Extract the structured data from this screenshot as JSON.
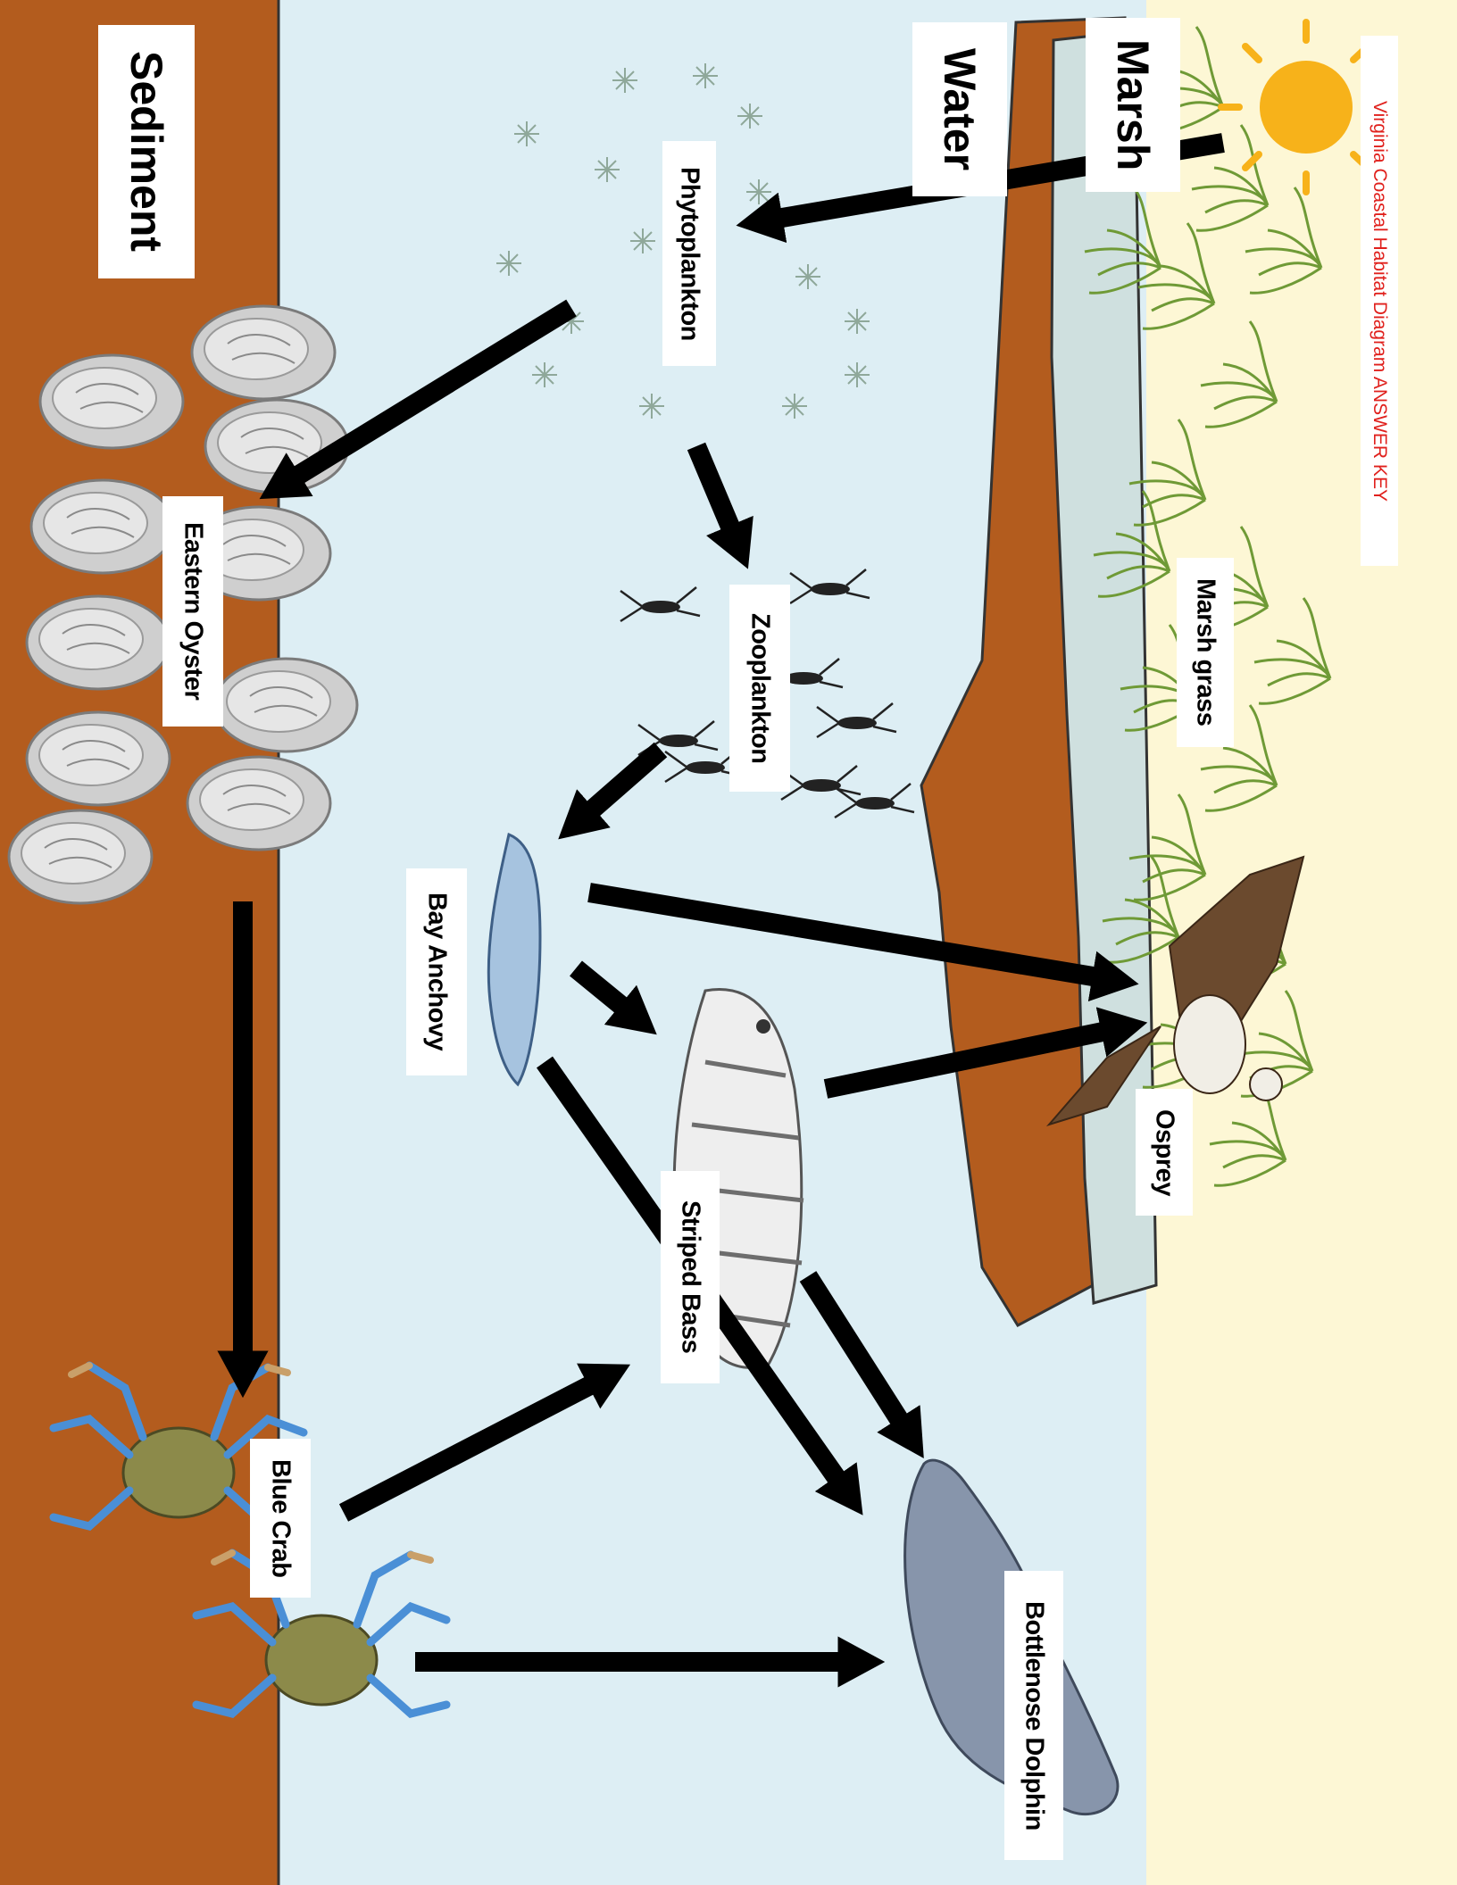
{
  "title": "Virginia Coastal Habitat Diagram ANSWER KEY",
  "zones": {
    "sediment": "Sediment",
    "water": "Water",
    "marsh": "Marsh"
  },
  "organisms": {
    "phytoplankton": "Phytoplankton",
    "zooplankton": "Zooplankton",
    "eastern_oyster": "Eastern Oyster",
    "marsh_grass": "Marsh grass",
    "bay_anchovy": "Bay Anchovy",
    "striped_bass": "Striped Bass",
    "osprey": "Osprey",
    "blue_crab": "Blue Crab",
    "bottlenose_dolphin": "Bottlenose Dolphin"
  },
  "food_web_links": [
    {
      "from": "sun",
      "to": "Phytoplankton"
    },
    {
      "from": "Phytoplankton",
      "to": "Zooplankton"
    },
    {
      "from": "Phytoplankton",
      "to": "Eastern Oyster"
    },
    {
      "from": "Zooplankton",
      "to": "Bay Anchovy"
    },
    {
      "from": "Bay Anchovy",
      "to": "Osprey"
    },
    {
      "from": "Bay Anchovy",
      "to": "Striped Bass"
    },
    {
      "from": "Bay Anchovy",
      "to": "Bottlenose Dolphin"
    },
    {
      "from": "Striped Bass",
      "to": "Osprey"
    },
    {
      "from": "Striped Bass",
      "to": "Bottlenose Dolphin"
    },
    {
      "from": "Eastern Oyster",
      "to": "Blue Crab"
    },
    {
      "from": "Blue Crab",
      "to": "Striped Bass"
    },
    {
      "from": "Blue Crab",
      "to": "Bottlenose Dolphin"
    }
  ],
  "colors": {
    "sediment": "#b35c1e",
    "water": "#ddeef4",
    "sand": "#fdf7d5",
    "arrow": "#000000",
    "title_text": "#e0201c",
    "sun": "#f7b21a"
  }
}
